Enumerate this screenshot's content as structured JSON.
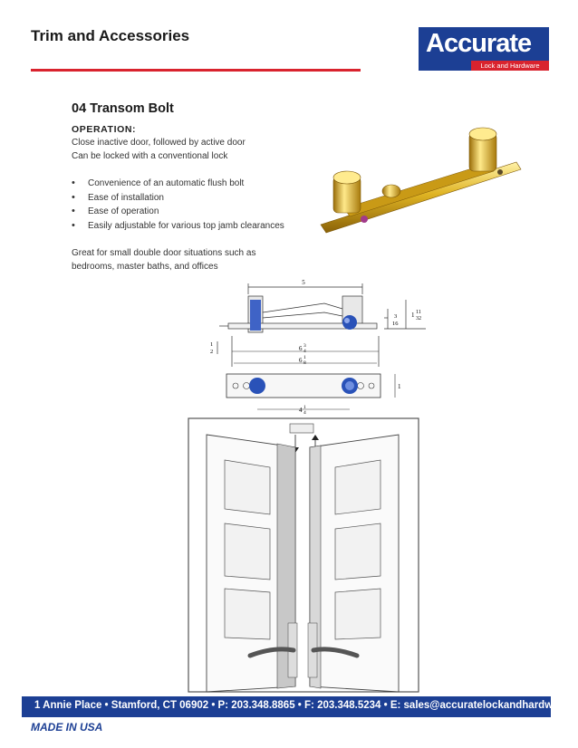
{
  "header": {
    "section_title": "Trim and Accessories"
  },
  "logo": {
    "brand": "Accurate",
    "tagline": "Lock and Hardware"
  },
  "product": {
    "title": "04 Transom Bolt",
    "operation_label": "OPERATION:",
    "operation_lines": [
      "Close inactive door, followed by active door",
      "Can be locked with a conventional lock"
    ],
    "features": [
      "Convenience of an automatic flush bolt",
      "Ease of installation",
      "Ease of operation",
      "Easily adjustable for various top jamb clearances"
    ],
    "note_lines": [
      "Great for small double door situations such as",
      "bedrooms, master baths, and offices"
    ]
  },
  "drawing": {
    "dim_5": "5",
    "dim_3_16_num": "3",
    "dim_3_16_den": "16",
    "dim_1_11_32_whole": "1",
    "dim_1_11_32_num": "11",
    "dim_1_11_32_den": "32",
    "dim_half_num": "1",
    "dim_half_den": "2",
    "dim_6_3_4_whole": "6",
    "dim_6_3_4_num": "3",
    "dim_6_3_4_den": "4",
    "dim_6_1_8_whole": "6",
    "dim_6_1_8_num": "1",
    "dim_6_1_8_den": "8",
    "dim_1": "1",
    "dim_4_1_4_whole": "4",
    "dim_4_1_4_num": "1",
    "dim_4_1_4_den": "4"
  },
  "footer": {
    "contact": "1 Annie Place  •  Stamford, CT 06902  •  P: 203.348.8865  •  F: 203.348.5234  •  E: sales@accuratelockandhardware.com",
    "made_in": "MADE IN USA"
  },
  "colors": {
    "brand_blue": "#1c3f94",
    "accent_red": "#d9232e",
    "brass": "#d4a017"
  }
}
